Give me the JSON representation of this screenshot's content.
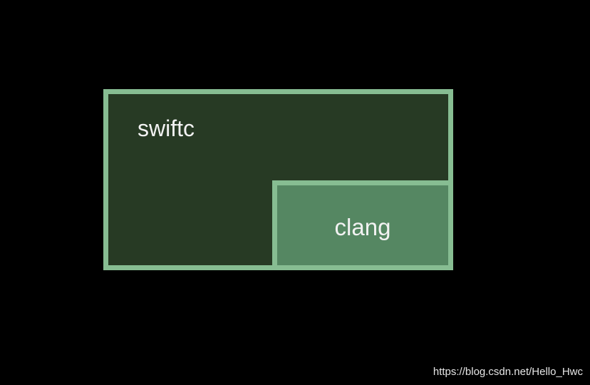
{
  "diagram": {
    "outer": {
      "label": "swiftc"
    },
    "inner": {
      "label": "clang"
    }
  },
  "watermark": "https://blog.csdn.net/Hello_Hwc",
  "colors": {
    "background": "#000000",
    "border": "#87BD92",
    "outer_fill": "#273A24",
    "inner_fill": "#558762",
    "text": "#F2F2F2"
  }
}
